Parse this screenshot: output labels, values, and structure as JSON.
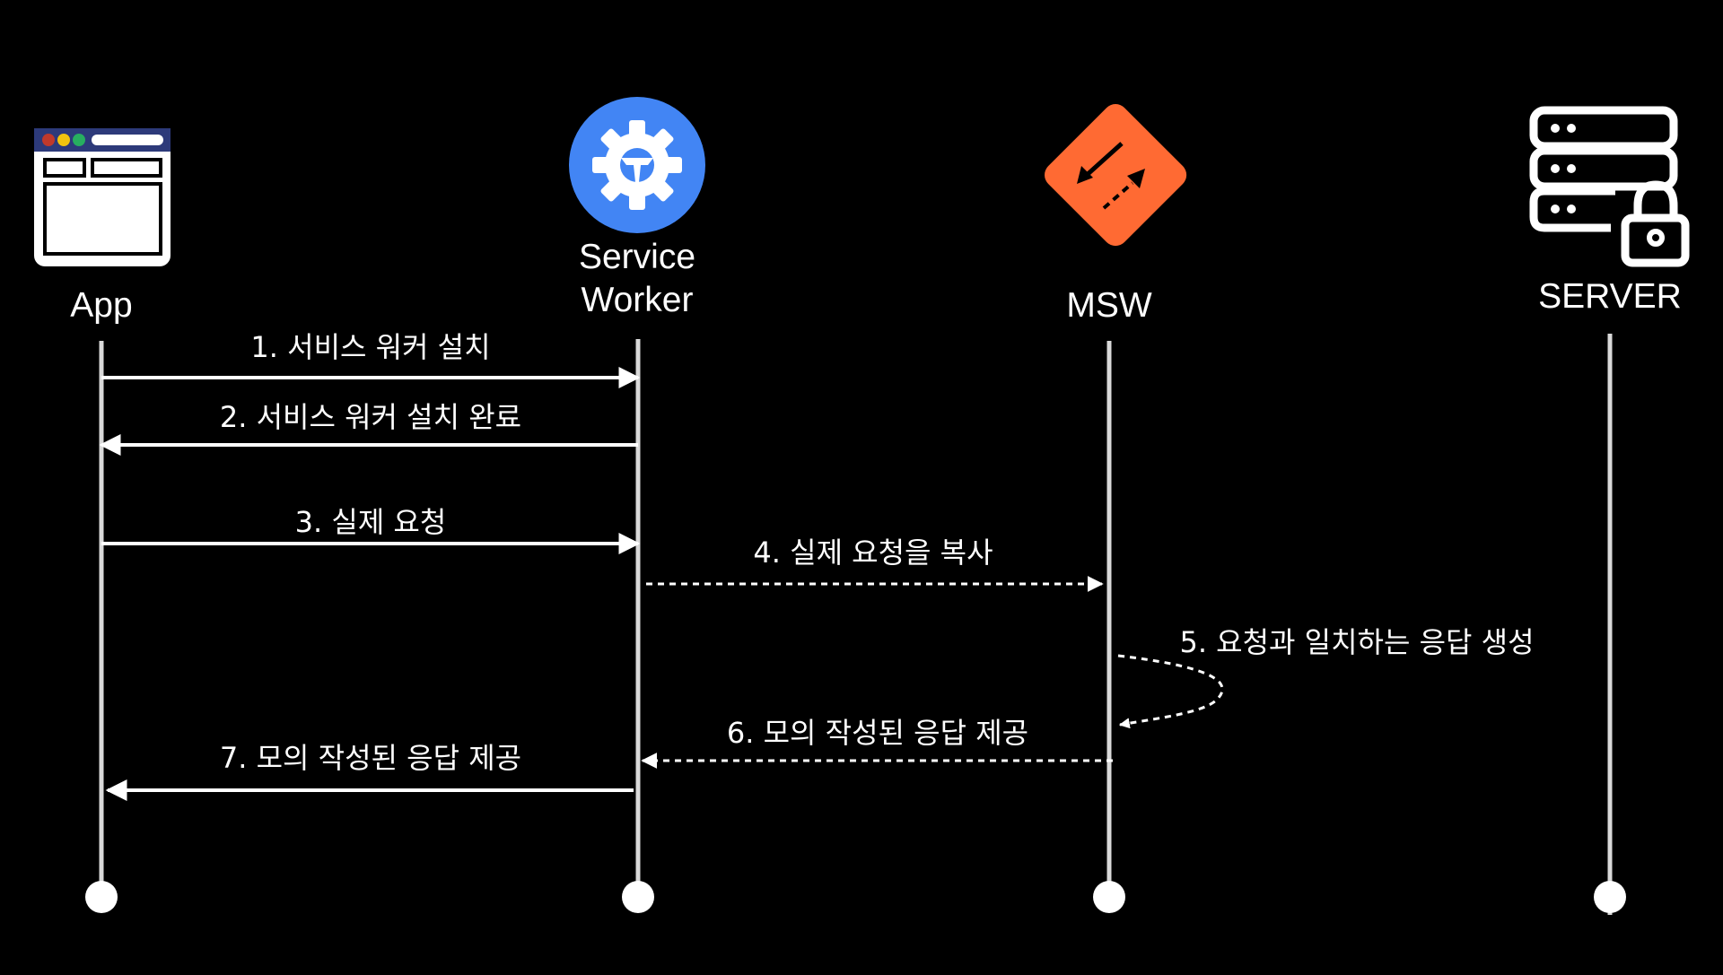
{
  "actors": {
    "app": {
      "label": "App",
      "icon": "browser-window-icon"
    },
    "service_worker": {
      "label_line1": "Service",
      "label_line2": "Worker",
      "icon": "gear-icon",
      "color": "#4285f4"
    },
    "msw": {
      "label": "MSW",
      "icon": "swap-arrows-icon",
      "color": "#ff6a33"
    },
    "server": {
      "label": "SERVER",
      "icon": "server-lock-icon"
    }
  },
  "messages": [
    {
      "label": "1. 서비스 워커 설치",
      "from": "app",
      "to": "service_worker",
      "style": "solid"
    },
    {
      "label": "2. 서비스 워커 설치 완료",
      "from": "service_worker",
      "to": "app",
      "style": "solid"
    },
    {
      "label": "3. 실제 요청",
      "from": "app",
      "to": "service_worker",
      "style": "solid"
    },
    {
      "label": "4. 실제 요청을 복사",
      "from": "service_worker",
      "to": "msw",
      "style": "dashed"
    },
    {
      "label": "5. 요청과 일치하는 응답 생성",
      "from": "msw",
      "to": "msw",
      "style": "dashed"
    },
    {
      "label": "6. 모의 작성된 응답 제공",
      "from": "msw",
      "to": "service_worker",
      "style": "dashed"
    },
    {
      "label": "7. 모의 작성된 응답 제공",
      "from": "service_worker",
      "to": "app",
      "style": "solid"
    }
  ],
  "colors": {
    "background": "#000000",
    "line": "#ffffff",
    "lifeline": "#d9d9d9",
    "browser_bar": "#2d3a7a",
    "dot_red": "#c0392b",
    "dot_yellow": "#f1c40f",
    "dot_green": "#27ae60"
  }
}
